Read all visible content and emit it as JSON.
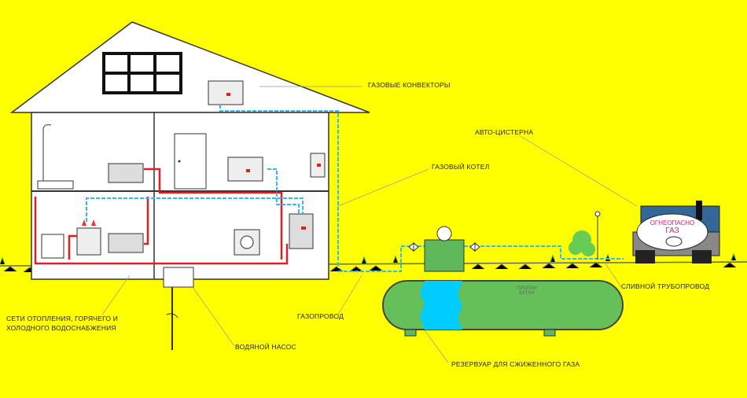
{
  "labels": {
    "gas_convectors": "ГАЗОВЫЕ  КОНВЕКТОРЫ",
    "auto_tanker": "АВТО-ЦИСТЕРНА",
    "gas_boiler": "ГАЗОВЫЙ КОТЕЛ",
    "drain_pipeline": "СЛИВНОЙ ТРУБОПРОВОД",
    "networks_line1": "СЕТИ ОТОПЛЕНИЯ, ГОРЯЧЕГО И",
    "networks_line2": "ХОЛОДНОГО ВОДОСНАБЖЕНИЯ",
    "gas_pipeline": "ГАЗОПРОВОД",
    "water_pump": "ВОДЯНОЙ НАСОС",
    "lpg_reservoir": "РЕЗЕРВУАР ДЛЯ СЖИЖЕННОГО ГАЗА"
  },
  "tank": {
    "line1": "ПРОПАН",
    "line2": "БУТАН"
  },
  "truck": {
    "warning": "ОГНЕОПАСНО",
    "gas": "ГАЗ"
  },
  "colors": {
    "background": "#ffff00",
    "gas_pipe": "#33bbff",
    "heating_pipe": "#e02020",
    "tank": "#66c05a",
    "liquid": "#00ccff"
  }
}
